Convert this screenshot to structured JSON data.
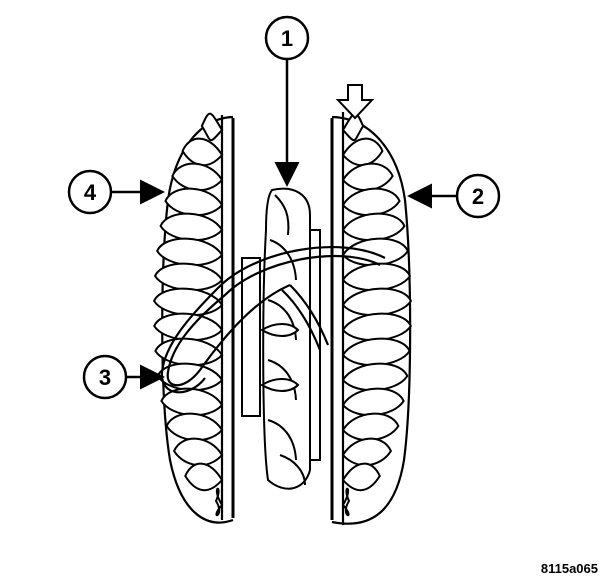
{
  "callouts": [
    {
      "id": "1",
      "text": "1",
      "points_to": "turbine"
    },
    {
      "id": "2",
      "text": "2",
      "points_to": "impeller"
    },
    {
      "id": "3",
      "text": "3",
      "points_to": "fluid-flow-path"
    },
    {
      "id": "4",
      "text": "4",
      "points_to": "turbine-blades-left"
    }
  ],
  "figure_id": "8115a065",
  "colors": {
    "ink": "#000000",
    "paper": "#ffffff"
  }
}
